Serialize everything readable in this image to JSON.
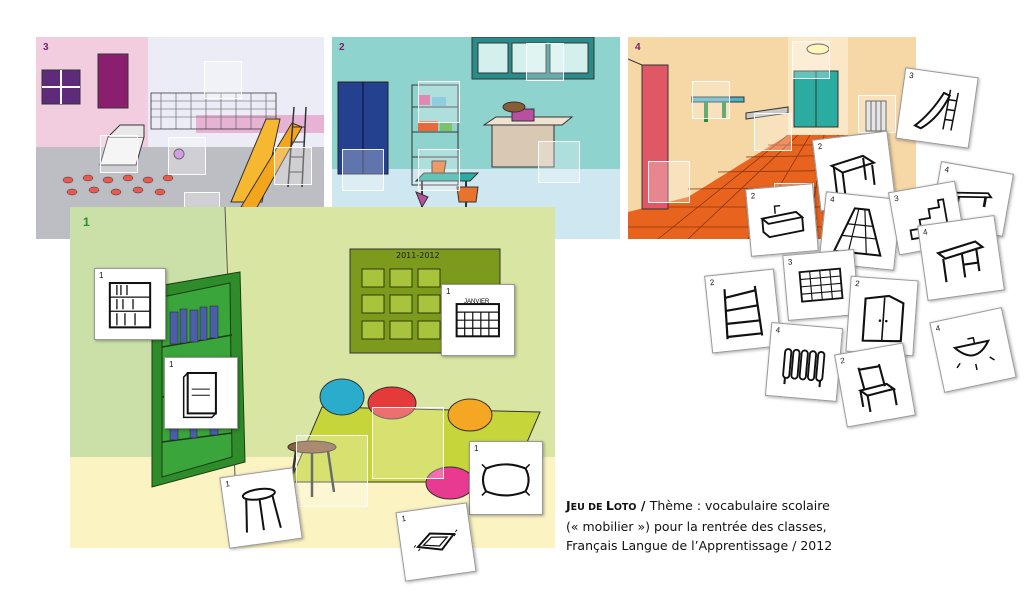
{
  "scenes": [
    {
      "number": "3"
    },
    {
      "number": "2"
    },
    {
      "number": "4"
    },
    {
      "number": "1"
    }
  ],
  "calendar": {
    "year": "2011-2012",
    "card_month": "JANVIER"
  },
  "cards": [
    {
      "number": "1",
      "icon": "bookshelf-icon"
    },
    {
      "number": "1",
      "icon": "calendar-icon"
    },
    {
      "number": "1",
      "icon": "book-icon"
    },
    {
      "number": "1",
      "icon": "stool-icon"
    },
    {
      "number": "1",
      "icon": "cushion-icon"
    },
    {
      "number": "1",
      "icon": "rug-icon"
    },
    {
      "number": "3",
      "icon": "slide-icon"
    },
    {
      "number": "2",
      "icon": "table-icon"
    },
    {
      "number": "4",
      "icon": "bench-icon"
    },
    {
      "number": "2",
      "icon": "sink-icon"
    },
    {
      "number": "4",
      "icon": "floor-tiles-icon"
    },
    {
      "number": "3",
      "icon": "stairs-icon"
    },
    {
      "number": "4",
      "icon": "desk-icon"
    },
    {
      "number": "3",
      "icon": "wall-icon"
    },
    {
      "number": "2",
      "icon": "shelf-unit-icon"
    },
    {
      "number": "2",
      "icon": "cupboard-icon"
    },
    {
      "number": "4",
      "icon": "ceiling-lamp-icon"
    },
    {
      "number": "4",
      "icon": "radiator-icon"
    },
    {
      "number": "2",
      "icon": "chair-icon"
    }
  ],
  "caption": {
    "title_part1_big": "J",
    "title_part1_small": "EU DE ",
    "title_part2_big": "L",
    "title_part2_small": "OTO",
    "title_sep": " / ",
    "theme_label": "Thème : ",
    "line1_rest": "vocabulaire scolaire",
    "line2": "(« mobilier ») pour la rentrée des classes,",
    "line3": "Français Langue de l’Apprentissage / 2012"
  },
  "colors": {
    "scene3_wall": "#f2cde0",
    "scene2_wall": "#8fd3cf",
    "scene4_floor": "#e8641e",
    "scene1_wall": "#d9e6a3",
    "scene_number": "#7a1f6a"
  }
}
